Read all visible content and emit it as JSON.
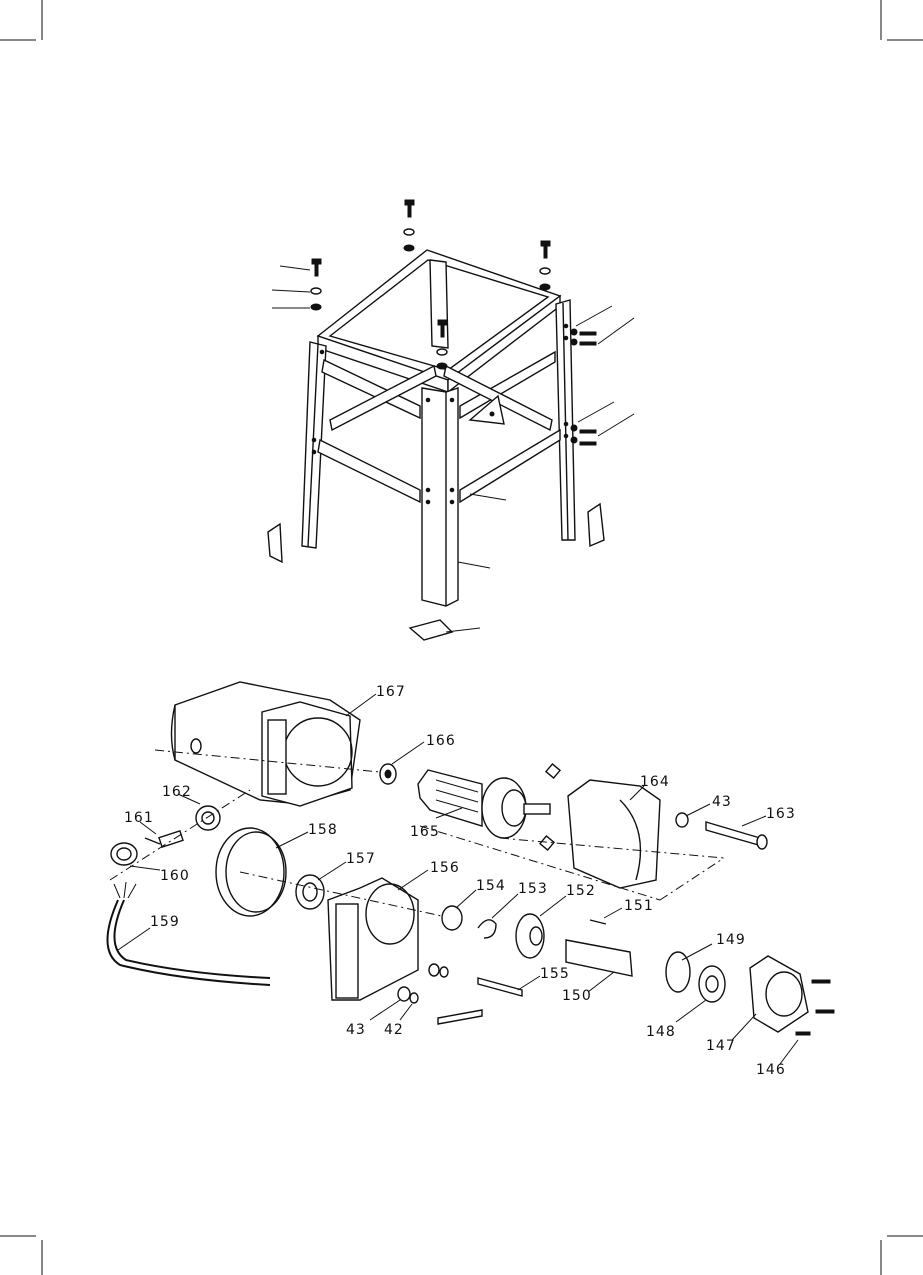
{
  "labels": {
    "p167": "167",
    "p166": "166",
    "p164": "164",
    "p43a": "43",
    "p163": "163",
    "p162": "162",
    "p161": "161",
    "p165": "165",
    "p158": "158",
    "p157": "157",
    "p156": "156",
    "p160": "160",
    "p154": "154",
    "p153": "153",
    "p152": "152",
    "p151": "151",
    "p159": "159",
    "p149": "149",
    "p155": "155",
    "p150": "150",
    "p43b": "43",
    "p42": "42",
    "p148": "148",
    "p147": "147",
    "p146": "146"
  },
  "colors": {
    "ink": "#111111",
    "paper": "#ffffff"
  }
}
